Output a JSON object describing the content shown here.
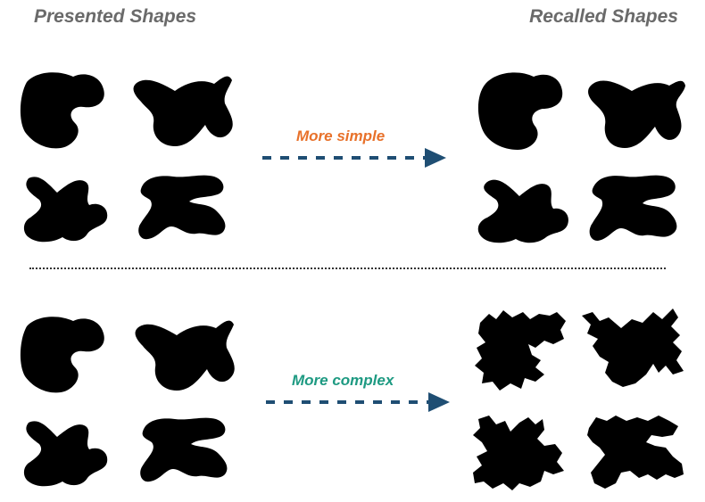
{
  "headings": {
    "presented": "Presented Shapes",
    "recalled": "Recalled Shapes"
  },
  "transitions": [
    {
      "label": "More simple",
      "color": "#e8712a"
    },
    {
      "label": "More complex",
      "color": "#1e9a82"
    }
  ],
  "colors": {
    "shape": "#000000",
    "arrow": "#1f4e73",
    "heading": "#6a6a6a",
    "divider": "#333333"
  }
}
